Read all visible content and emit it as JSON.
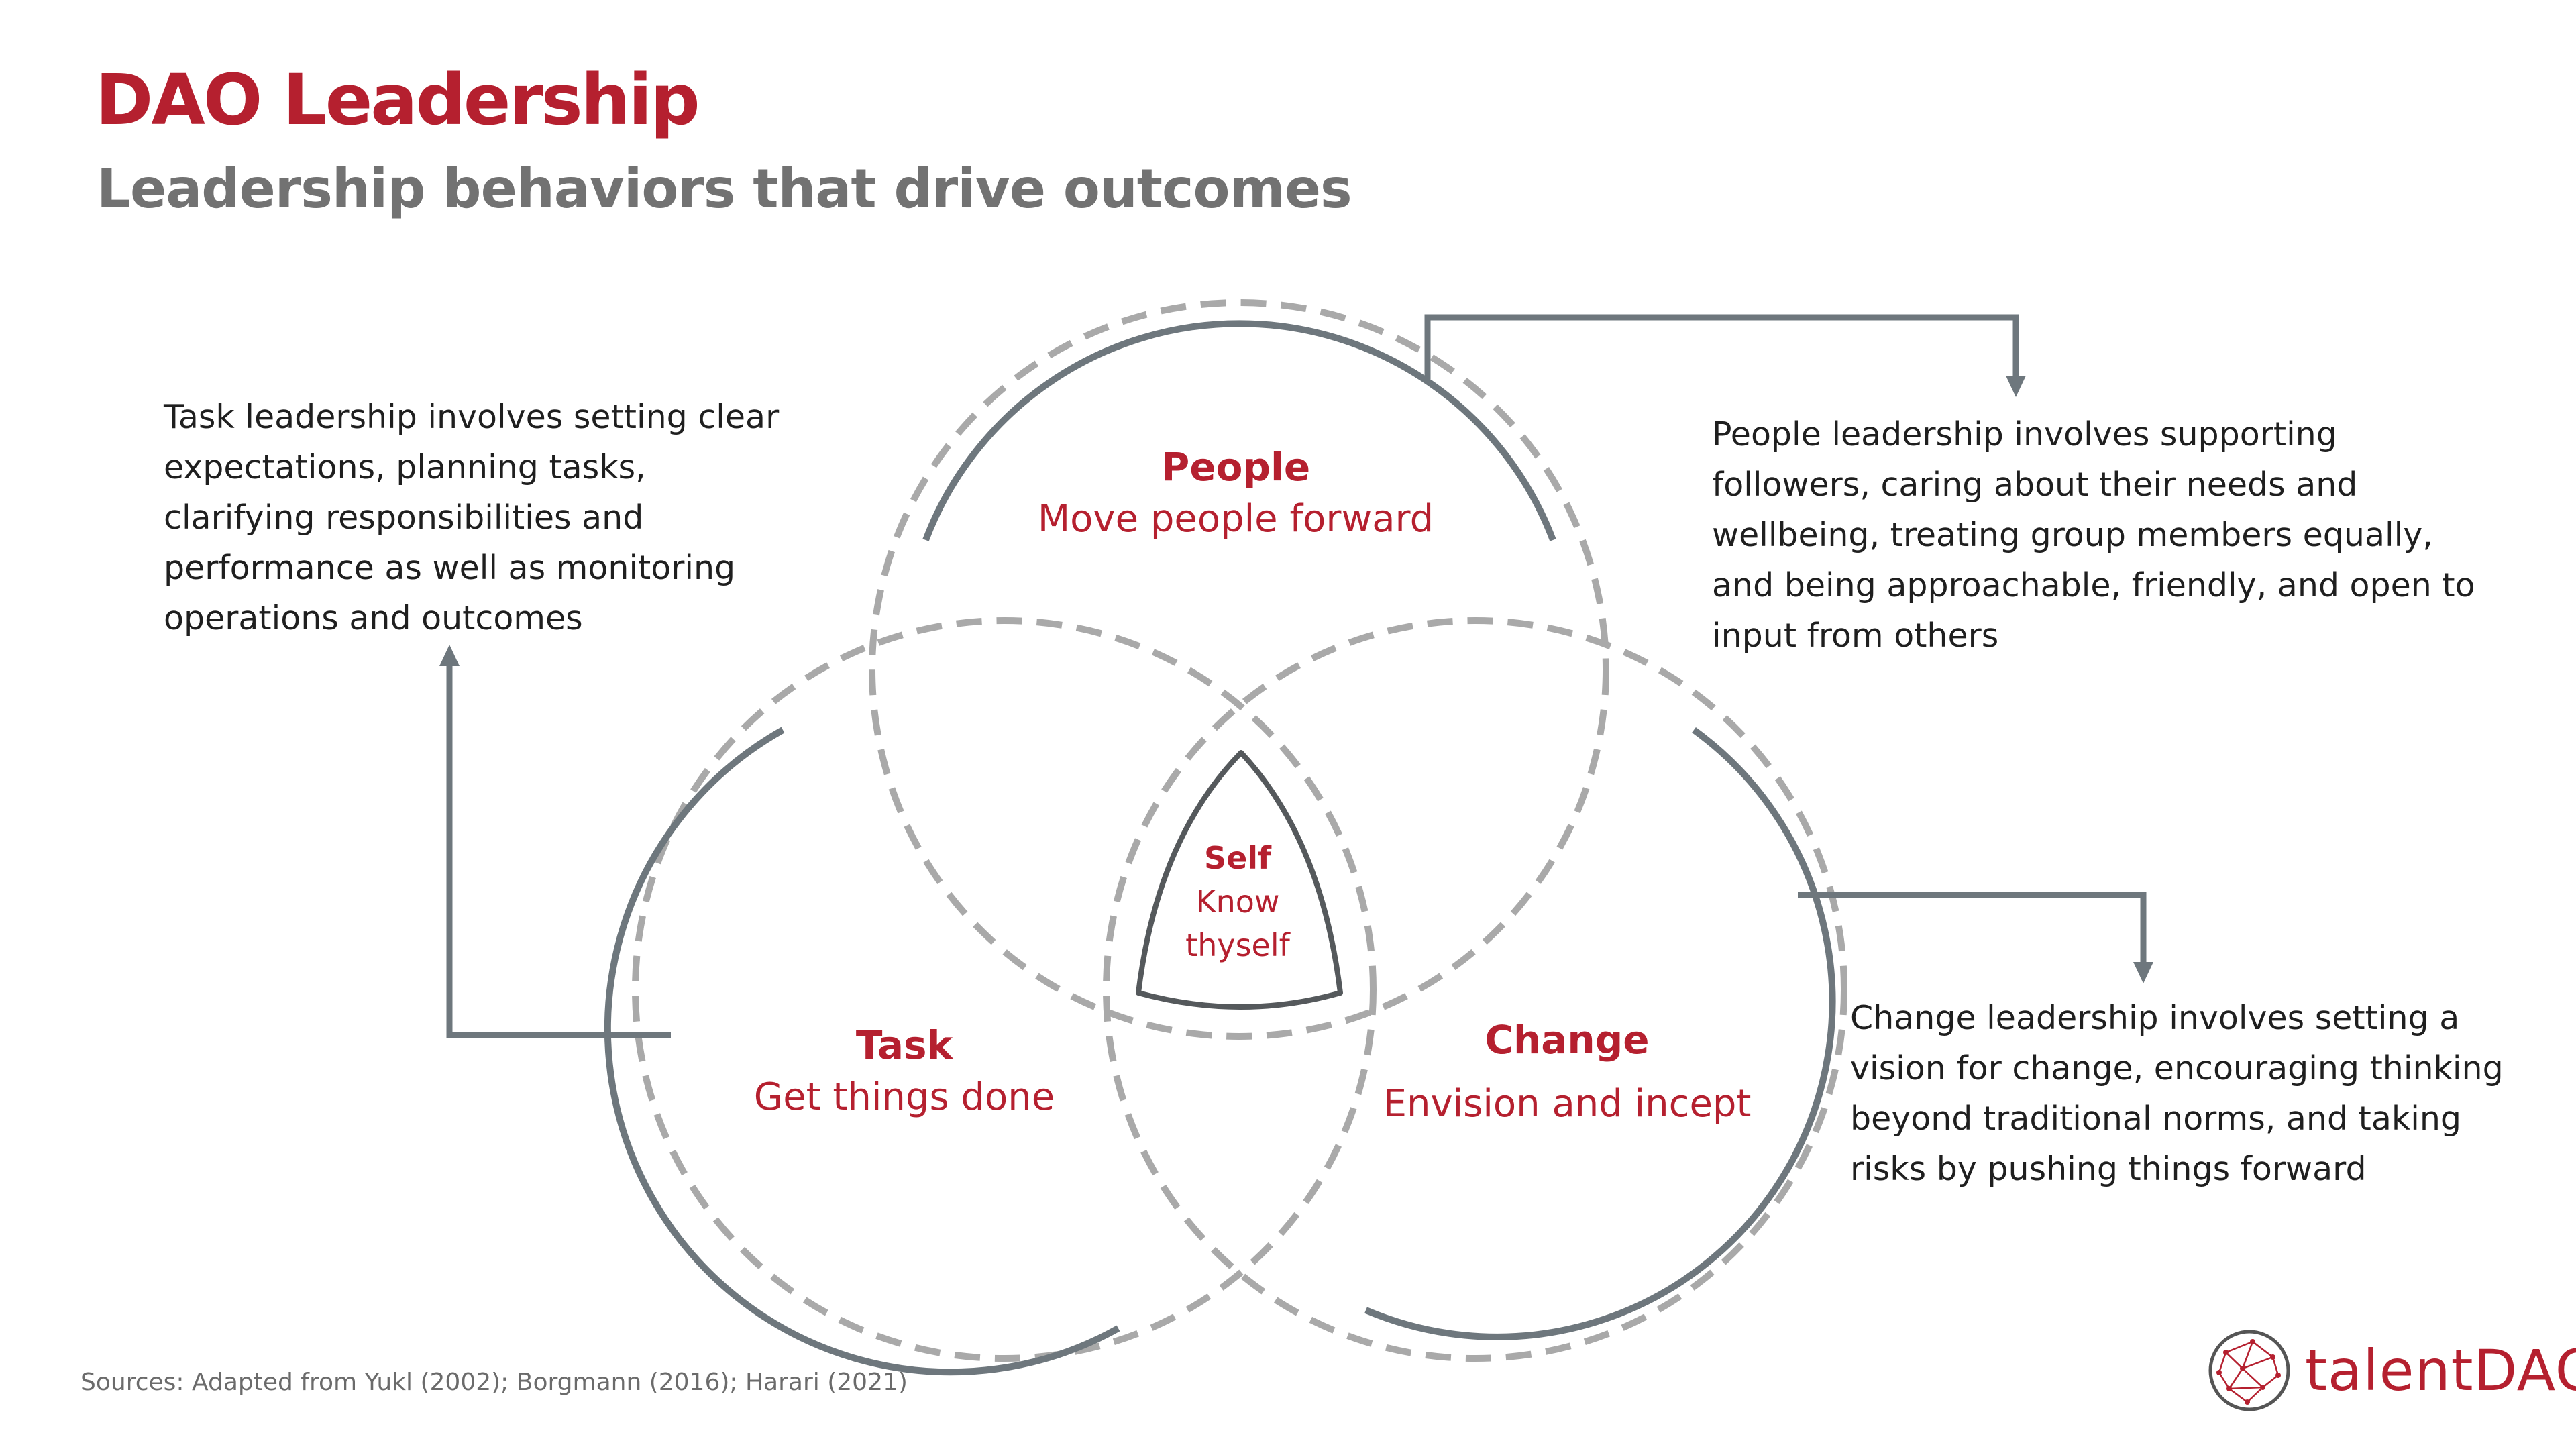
{
  "header": {
    "title": "DAO Leadership",
    "subtitle": "Leadership behaviors that drive outcomes"
  },
  "diagram": {
    "people": {
      "title": "People",
      "subtitle": "Move people forward"
    },
    "task": {
      "title": "Task",
      "subtitle": "Get things done"
    },
    "change": {
      "title": "Change",
      "subtitle": "Envision and incept"
    },
    "self": {
      "title": "Self",
      "line1": "Know",
      "line2": "thyself"
    }
  },
  "descriptions": {
    "task": "Task leadership involves setting clear expectations, planning tasks, clarifying responsibilities and performance as well as monitoring operations and outcomes",
    "people": "People leadership involves supporting followers, caring about their needs and wellbeing, treating group members equally, and being approachable, friendly, and open to input from others",
    "change": "Change leadership involves setting a vision for change, encouraging thinking beyond traditional norms, and taking risks by pushing things forward"
  },
  "footer": {
    "sources": "Sources: Adapted from Yukl (2002); Borgmann (2016); Harari (2021)",
    "brand": "talentDAO"
  },
  "colors": {
    "accent": "#b5202f",
    "line": "#6e777d",
    "dashed": "#a9a9a9",
    "subtitle": "#727272"
  }
}
